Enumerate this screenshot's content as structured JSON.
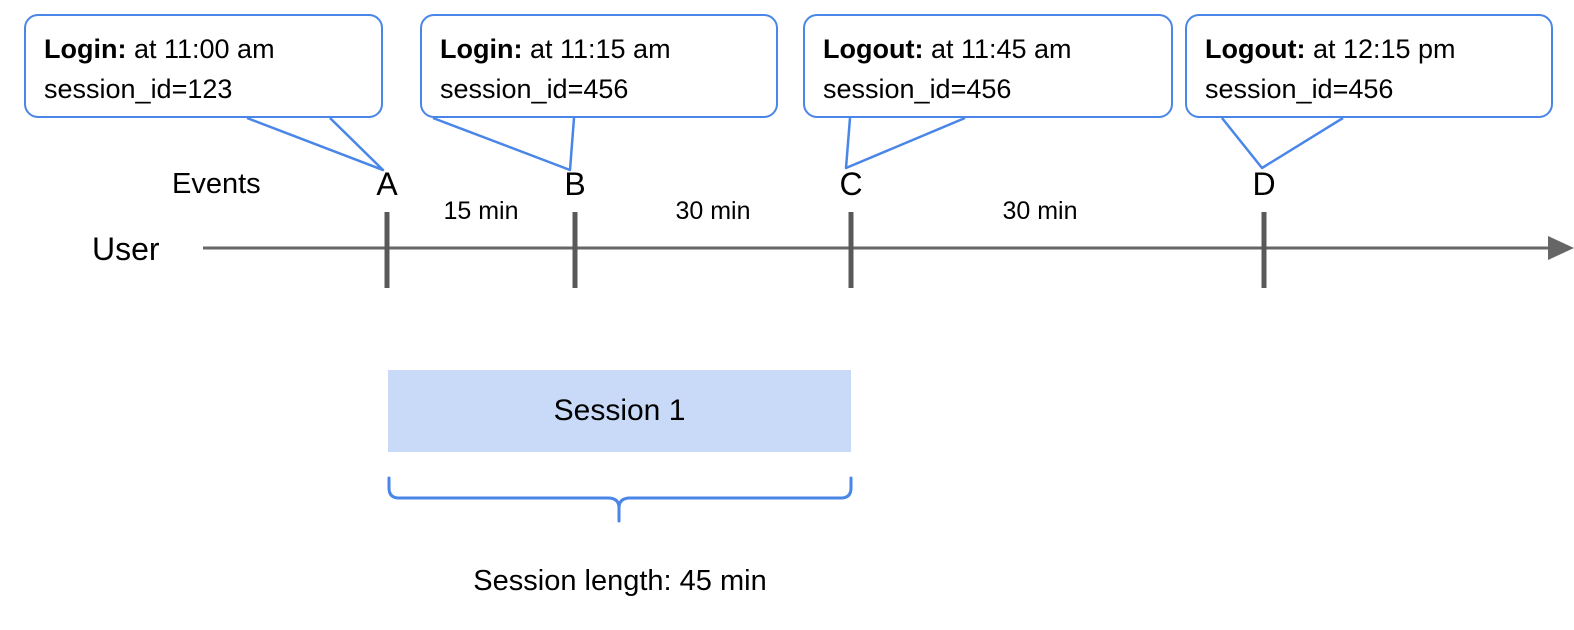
{
  "diagram": {
    "title_row": {
      "events_label": "Events",
      "user_label": "User"
    },
    "colors": {
      "callout_border": "#4a86e8",
      "brace": "#4a86e8",
      "session_fill": "#c9daf8",
      "axis": "#666666",
      "tick": "#595959",
      "text": "#000000"
    },
    "callouts": [
      {
        "id": "callout-a",
        "lead": "Login:",
        "detail": " at 11:00 am",
        "line2": "session_id=123",
        "target": "A"
      },
      {
        "id": "callout-b",
        "lead": "Login:",
        "detail": " at 11:15 am",
        "line2": "session_id=456",
        "target": "B"
      },
      {
        "id": "callout-c",
        "lead": "Logout:",
        "detail": " at 11:45 am",
        "line2": "session_id=456",
        "target": "C"
      },
      {
        "id": "callout-d",
        "lead": "Logout:",
        "detail": " at 12:15 pm",
        "line2": "session_id=456",
        "target": "D"
      }
    ],
    "events": [
      {
        "letter": "A",
        "time": "11:00 am",
        "type": "Login",
        "session_id": "123"
      },
      {
        "letter": "B",
        "time": "11:15 am",
        "type": "Login",
        "session_id": "456"
      },
      {
        "letter": "C",
        "time": "11:45 am",
        "type": "Logout",
        "session_id": "456"
      },
      {
        "letter": "D",
        "time": "12:15 pm",
        "type": "Logout",
        "session_id": "456"
      }
    ],
    "intervals": [
      {
        "from": "A",
        "to": "B",
        "label": "15 min"
      },
      {
        "from": "B",
        "to": "C",
        "label": "30 min"
      },
      {
        "from": "C",
        "to": "D",
        "label": "30 min"
      }
    ],
    "session": {
      "bar_label": "Session 1",
      "span_from": "A",
      "span_to": "C",
      "caption": "Session length: 45 min"
    }
  }
}
